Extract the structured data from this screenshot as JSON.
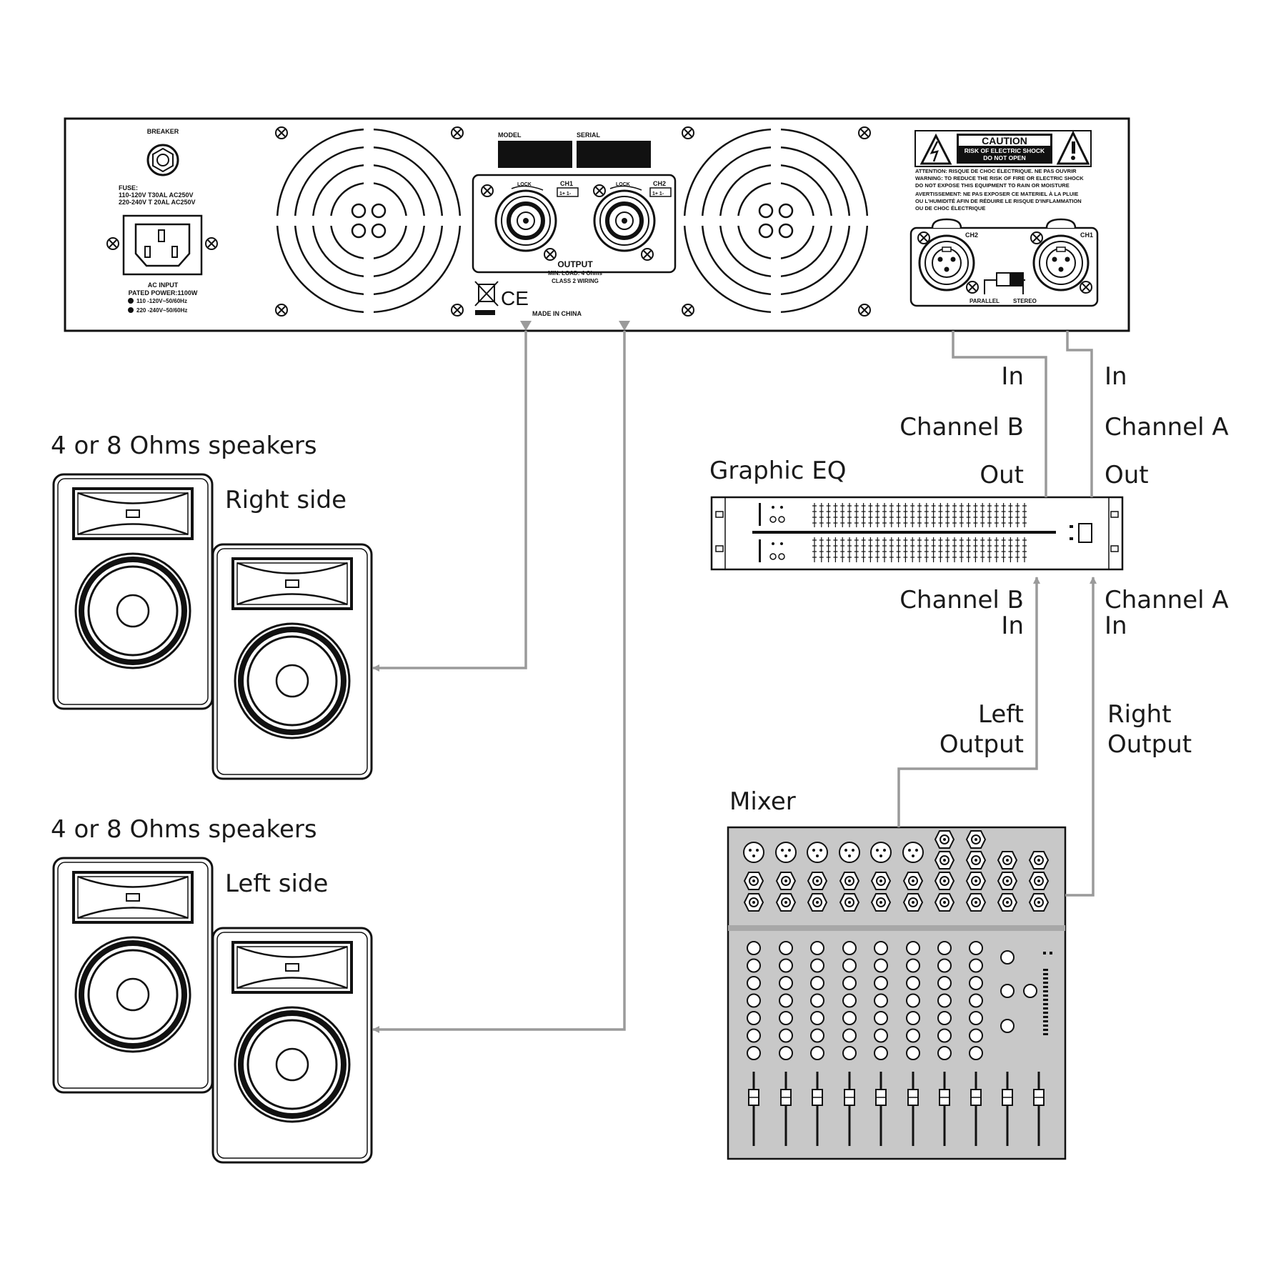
{
  "amplifier": {
    "breaker": "BREAKER",
    "fuse_title": "FUSE:",
    "fuse_line1": "110-120V   T30AL  AC250V",
    "fuse_line2": "220-240V   T 20AL   AC250V",
    "ac_input": "AC INPUT",
    "rated_power": "PATED POWER:1100W",
    "voltage1": "110 -120V~50/60Hz",
    "voltage2": "220 -240V~50/60Hz",
    "model": "MODEL",
    "serial": "SERIAL",
    "lock": "LOCK",
    "ch1": "CH1",
    "ch2": "CH2",
    "pins": "1+  1-",
    "output": "OUTPUT",
    "min_load": "MIN. LOAD: 4 Ohms",
    "wiring": "CLASS 2 WIRING",
    "made_in": "MADE IN CHINA",
    "ce": "CE",
    "caution": "CAUTION",
    "caution_sub1": "RISK OF ELECTRIC SHOCK",
    "caution_sub2": "DO NOT OPEN",
    "warn1": "ATTENTION: RISQUE  DE  CHOC  ÉLECTRIQUE.  NE  PAS  OUVRIR",
    "warn2": "WARNING: TO REDUCE  THE  RISK OF FIRE OR ELECTRIC SHOCK",
    "warn3": "DO NOT EXPOSE THIS EQUIPMENT TO RAIN OR MOISTURE",
    "warn4": "AVERTISSEMENT: NE  PAS  EXPOSER  CE  MATERIEL  À  LA PLUIE",
    "warn5": "OU L'HUMIDITÉ AFIN DE RÉDUIRE  LE  RISQUE  D'INFLAMMATION",
    "warn6": "OU DE CHOC ÉLECTRIQUE",
    "in_ch2": "CH2",
    "in_ch1": "CH1",
    "parallel": "PARALLEL",
    "stereo": "STEREO"
  },
  "labels": {
    "speakers_top": "4 or 8 Ohms speakers",
    "right_side": "Right side",
    "speakers_bottom": "4 or 8 Ohms speakers",
    "left_side": "Left side",
    "graphic_eq": "Graphic EQ",
    "mixer": "Mixer",
    "in_b": "In",
    "channel_b_top": "Channel B",
    "out_b": "Out",
    "in_a": "In",
    "channel_a_top": "Channel A",
    "out_a": "Out",
    "channel_b_in_1": "Channel B",
    "channel_b_in_2": "In",
    "channel_a_in_1": "Channel A",
    "channel_a_in_2": "In",
    "left_output_1": "Left",
    "left_output_2": "Output",
    "right_output_1": "Right",
    "right_output_2": "Output"
  }
}
